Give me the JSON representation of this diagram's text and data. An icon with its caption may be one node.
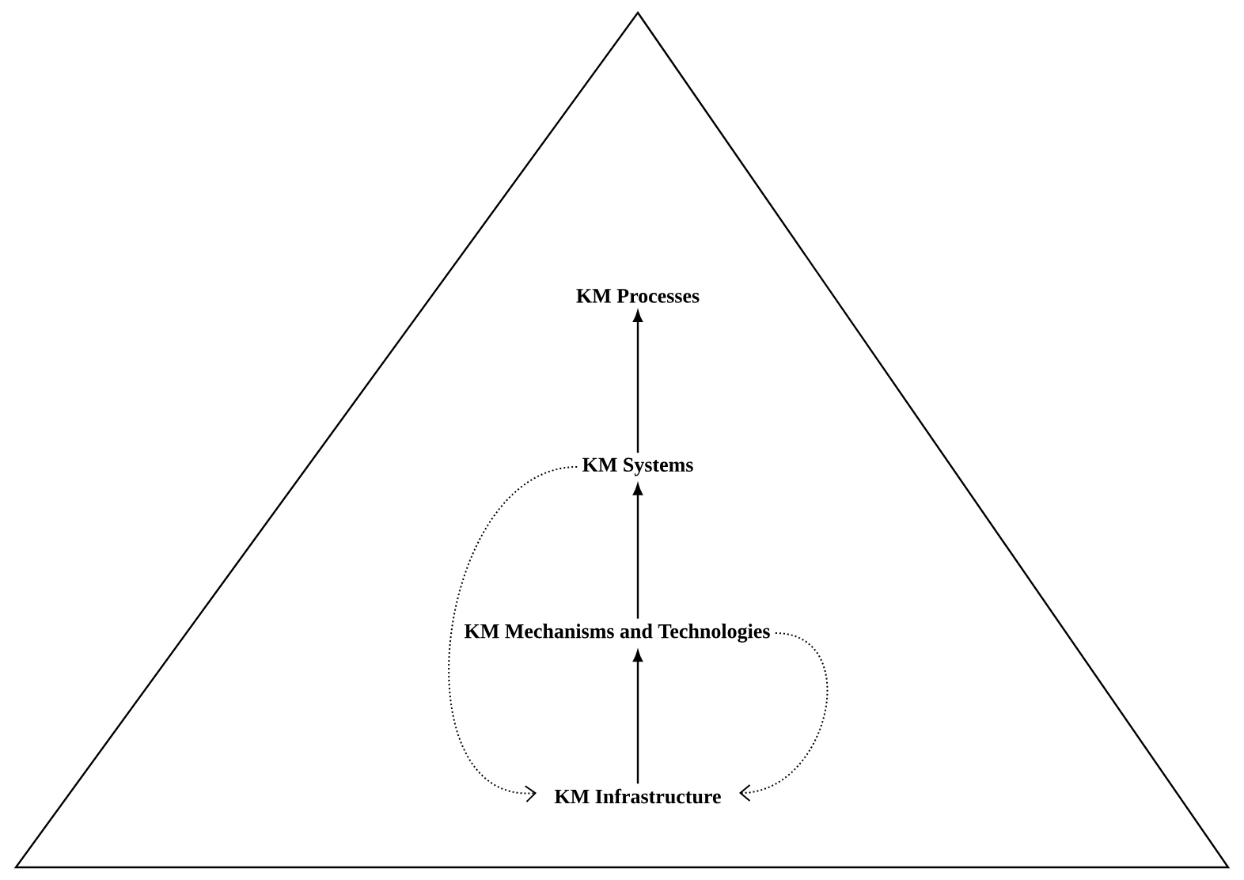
{
  "diagram": {
    "nodes": [
      {
        "text": [],
        "shape": "triangle"
      },
      {
        "text": [
          "KM Processes"
        ],
        "in": 0
      },
      {
        "text": [
          "KM Systems"
        ],
        "in": 0
      },
      {
        "text": [
          "KM Mechanisms and Technologies"
        ],
        "in": 0
      },
      {
        "text": [
          "KM Infrastructure"
        ],
        "in": 0
      }
    ],
    "edges": [
      {
        "from": 4,
        "to": 3,
        "arrow": "to"
      },
      {
        "from": 3,
        "to": 2,
        "arrow": "to"
      },
      {
        "from": 2,
        "to": 1,
        "arrow": "to"
      },
      {
        "from": 2,
        "to": 4,
        "arrow": "to",
        "style": "dashed"
      },
      {
        "from": 3,
        "to": 4,
        "arrow": "to",
        "style": "dashed"
      }
    ]
  }
}
